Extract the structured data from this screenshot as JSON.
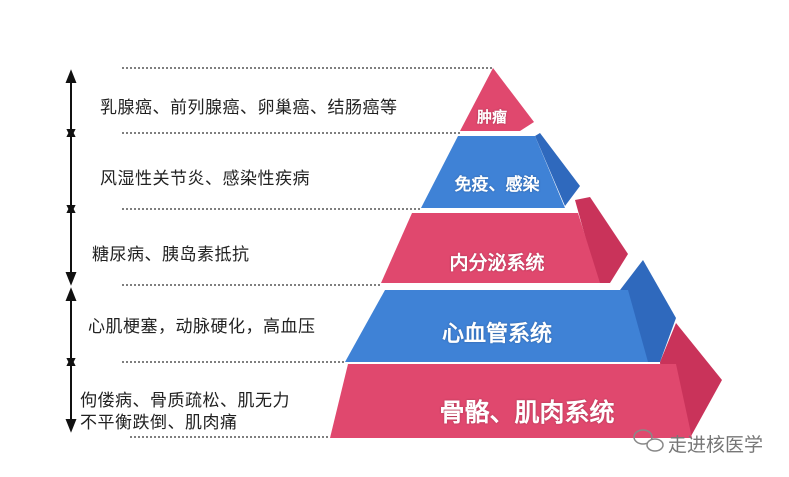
{
  "colors": {
    "red": "#e0486e",
    "red_side": "#c9335a",
    "blue": "#3f82d6",
    "blue_side": "#2f69bd"
  },
  "tiers": [
    {
      "label": "肿瘤",
      "diseases": "乳腺癌、前列腺癌、卵巢癌、结肠癌等"
    },
    {
      "label": "免疫、感染",
      "diseases": "风湿性关节炎、感染性疾病"
    },
    {
      "label": "内分泌系统",
      "diseases": "糖尿病、胰岛素抵抗"
    },
    {
      "label": "心血管系统",
      "diseases": "心肌梗塞，动脉硬化，高血压"
    },
    {
      "label": "骨骼、肌肉系统",
      "diseases_line1": "佝偻病、骨质疏松、肌无力",
      "diseases_line2": "不平衡跌倒、肌肉痛"
    }
  ],
  "watermark": "走进核医学"
}
